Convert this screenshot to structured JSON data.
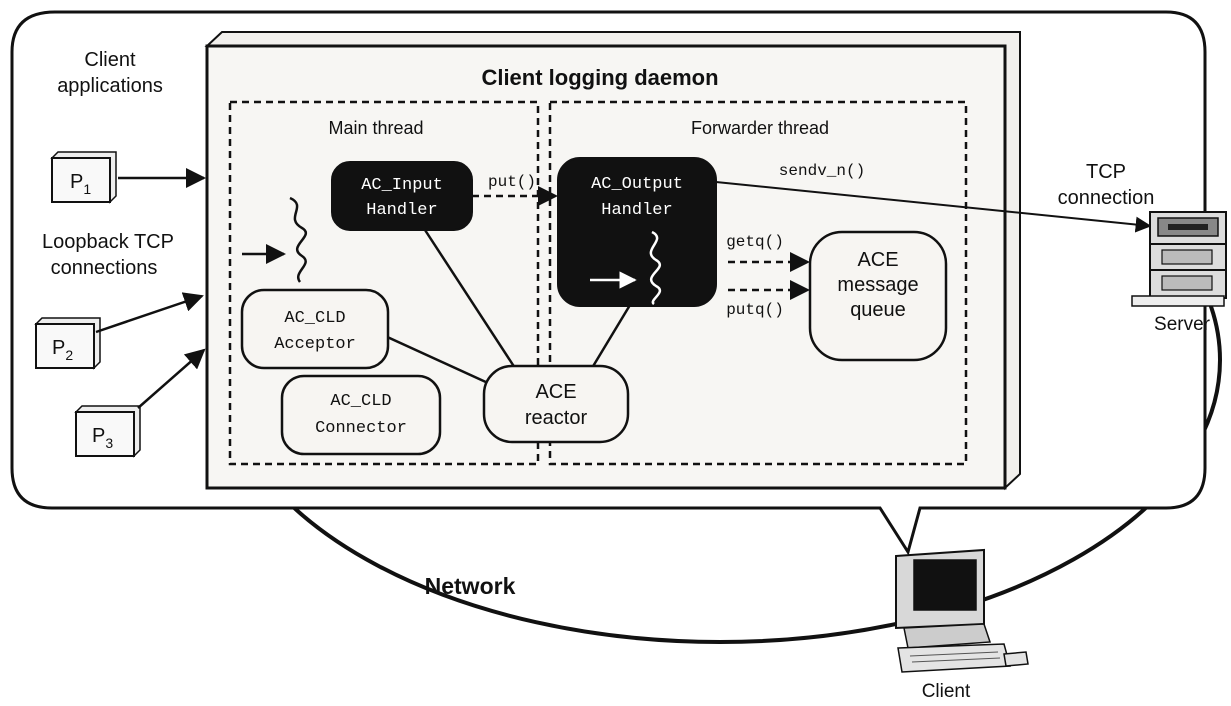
{
  "labels": {
    "client_applications_line1": "Client",
    "client_applications_line2": "applications",
    "loopback_line1": "Loopback TCP",
    "loopback_line2": "connections",
    "p1": "P",
    "p1_sub": "1",
    "p2": "P",
    "p2_sub": "2",
    "p3": "P",
    "p3_sub": "3",
    "daemon_title": "Client logging daemon",
    "main_thread": "Main thread",
    "forwarder_thread": "Forwarder thread",
    "input_handler_line1": "AC_Input",
    "input_handler_line2": "Handler",
    "output_handler_line1": "AC_Output",
    "output_handler_line2": "Handler",
    "put": "put()",
    "sendv_n": "sendv_n()",
    "getq": "getq()",
    "putq": "putq()",
    "message_queue_line1": "ACE",
    "message_queue_line2": "message",
    "message_queue_line3": "queue",
    "acceptor_line1": "AC_CLD",
    "acceptor_line2": "Acceptor",
    "connector_line1": "AC_CLD",
    "connector_line2": "Connector",
    "reactor_line1": "ACE",
    "reactor_line2": "reactor",
    "tcp_connection_line1": "TCP",
    "tcp_connection_line2": "connection",
    "server": "Server",
    "network": "Network",
    "client": "Client"
  },
  "colors": {
    "ink": "#111111",
    "handler_fill": "#111111",
    "component_fill": "#f7f5f2",
    "background": "#ffffff"
  },
  "icons": {
    "server": "server-icon",
    "client": "client-computer-icon",
    "thread": "thread-squiggle-icon"
  }
}
